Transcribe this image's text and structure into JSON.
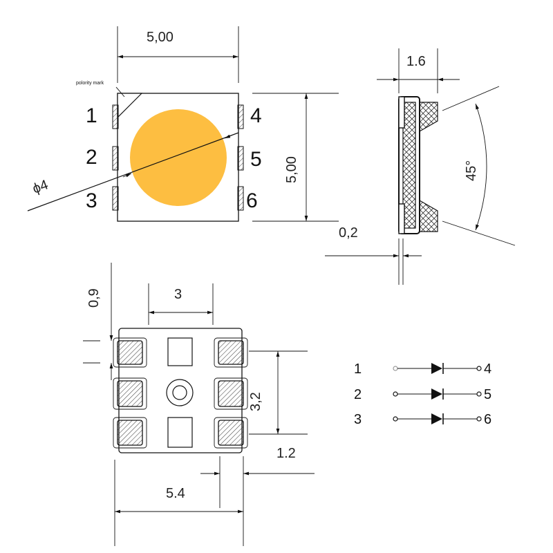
{
  "colors": {
    "led": "#FDBE41",
    "line": "#111111",
    "hatch": "#555555"
  },
  "top_view": {
    "polarity_label": "polority mark",
    "pins_left": [
      "1",
      "2",
      "3"
    ],
    "pins_right": [
      "4",
      "5",
      "6"
    ],
    "width_label": "5,00",
    "height_label": "5,00",
    "diameter_label": "ϕ4"
  },
  "side_view": {
    "thickness_label": "1.6",
    "gap_label": "0,2",
    "angle_label": "45°"
  },
  "bottom_view": {
    "pad_height_label": "0,9",
    "pitch_label": "3",
    "pad_span_label": "3,2",
    "pad_width_label": "1.2",
    "overall_width_label": "5.4"
  },
  "schematic": [
    {
      "left": "1",
      "right": "4"
    },
    {
      "left": "2",
      "right": "5"
    },
    {
      "left": "3",
      "right": "6"
    }
  ]
}
